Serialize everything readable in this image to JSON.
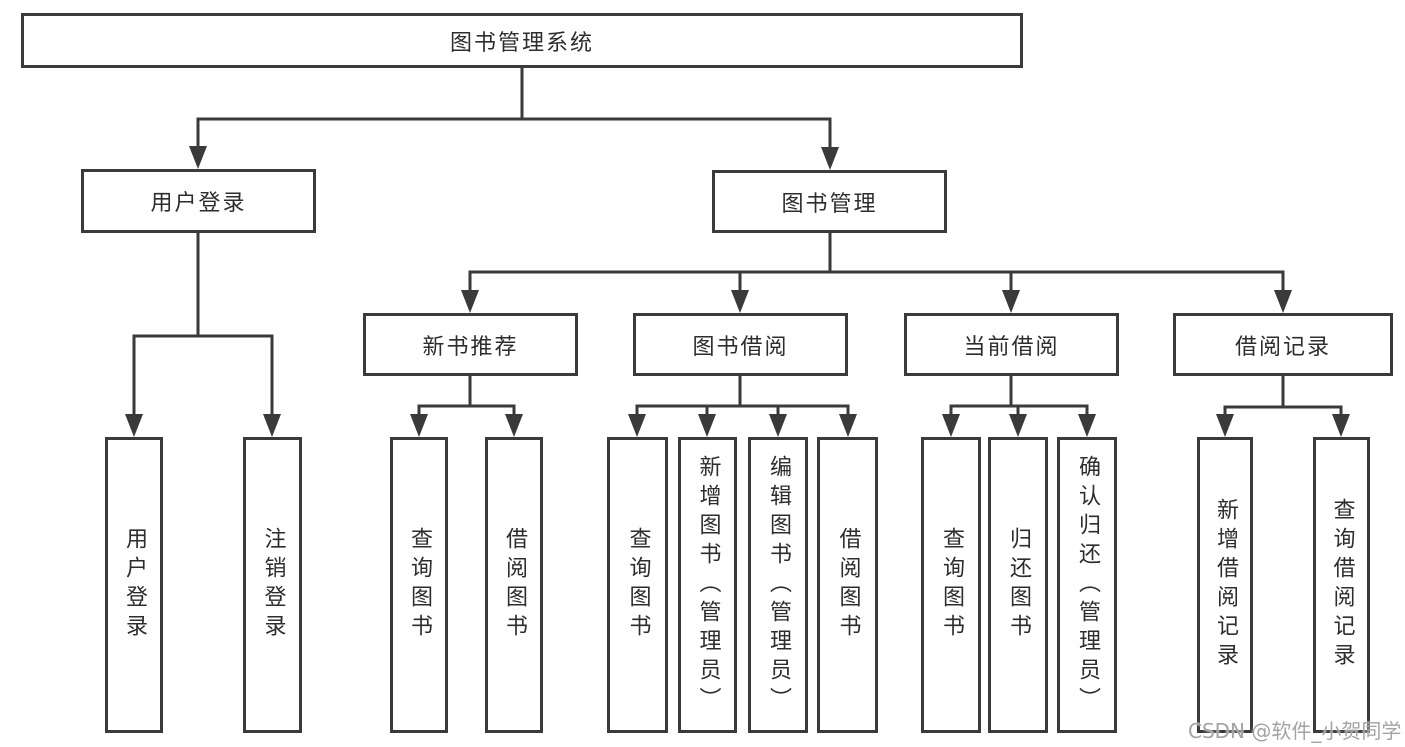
{
  "colors": {
    "line": "#3a3a3a",
    "box_border": "#3a3a3a",
    "box_fill": "#ffffff",
    "text": "#2d2d2d",
    "watermark_text": "#a3a3a3",
    "background": "#ffffff"
  },
  "watermark": {
    "text": "CSDN @软件_小贺同学"
  },
  "tree": {
    "root": {
      "label": "图书管理系统"
    },
    "branches": [
      {
        "label": "用户登录",
        "leaves": [
          "用户登录",
          "注销登录"
        ]
      },
      {
        "label": "图书管理",
        "groups": [
          {
            "label": "新书推荐",
            "leaves": [
              "查询图书",
              "借阅图书"
            ]
          },
          {
            "label": "图书借阅",
            "leaves": [
              "查询图书",
              "新增图书（管理员）",
              "编辑图书（管理员）",
              "借阅图书"
            ]
          },
          {
            "label": "当前借阅",
            "leaves": [
              "查询图书",
              "归还图书",
              "确认归还（管理员）"
            ]
          },
          {
            "label": "借阅记录",
            "leaves": [
              "新增借阅记录",
              "查询借阅记录"
            ]
          }
        ]
      }
    ]
  }
}
